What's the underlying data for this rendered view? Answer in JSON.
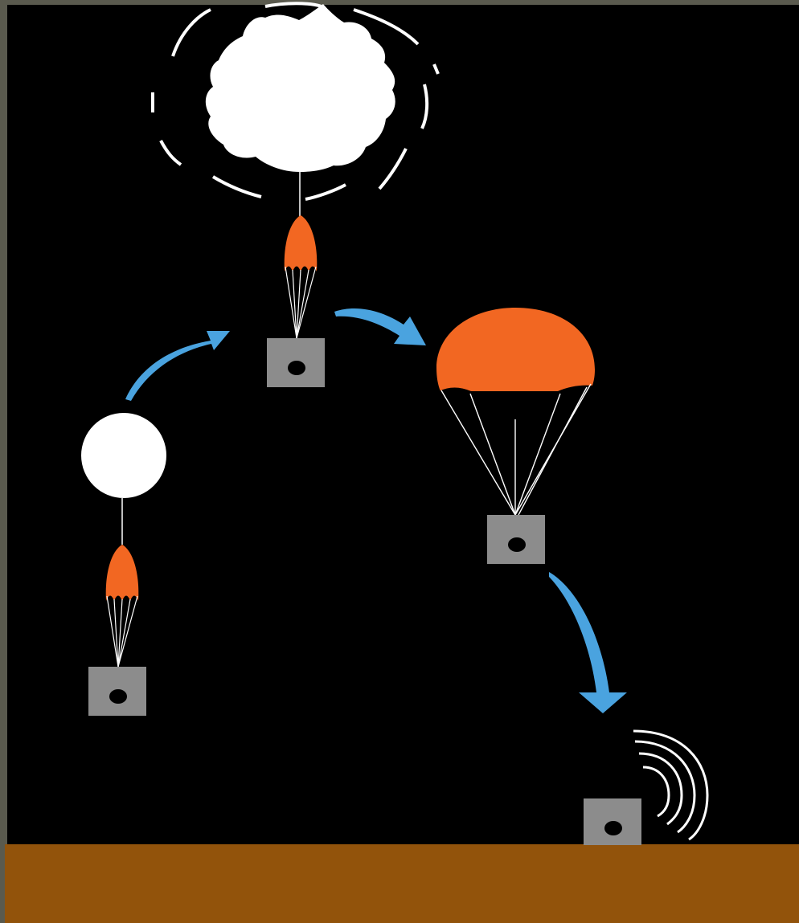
{
  "diagram": {
    "colors": {
      "border": "#5a5a4e",
      "sky": "#000000",
      "ground": "#92530b",
      "balloon": "#ffffff",
      "parachute": "#f26722",
      "payload_box": "#8c8c8c",
      "payload_hole": "#000000",
      "arrow": "#4aa3df",
      "rigging_lines": "#ffffff",
      "signal_waves": "#ffffff"
    },
    "stages": [
      {
        "id": "launch",
        "icon": "intact-balloon-icon"
      },
      {
        "id": "burst",
        "icon": "burst-balloon-icon"
      },
      {
        "id": "descent",
        "icon": "open-parachute-icon"
      },
      {
        "id": "landing",
        "icon": "radio-signal-icon"
      }
    ]
  }
}
